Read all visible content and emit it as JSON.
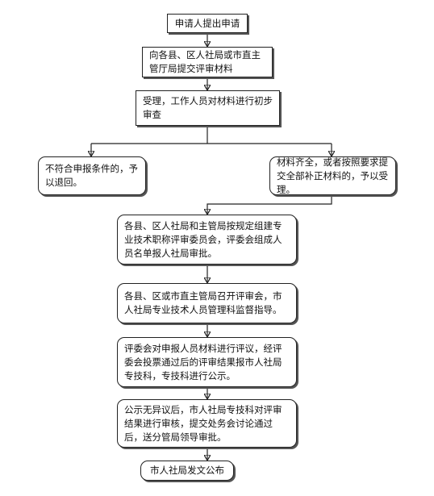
{
  "nodes": {
    "n1": "申请人提出申请",
    "n2": "向各县、区人社局或市直主管厅局提交评审材料",
    "n3": "受理，工作人员对材料进行初步审查",
    "n4": "不符合申报条件的，予以退回。",
    "n5": "材料齐全，或者按照要求提交全部补正材料的，予以受理。",
    "n6": "各县、区人社局和主管局按规定组建专业技术职称评审委员会，评委会组成人员名单报人社局审批。",
    "n7": "各县、区或市直主管局召开评审会，市人社局专业技术人员管理科监督指导。",
    "n8": "评委会对申报人员材料进行评议，经评委会投票通过后的评审结果报市人社局专技科，专技科进行公示。",
    "n9": "公示无异议后，市人社局专技科对评审结果进行审核，提交处务会讨论通过后，送分管局领导审批。",
    "n10": "市人社局发文公布"
  }
}
